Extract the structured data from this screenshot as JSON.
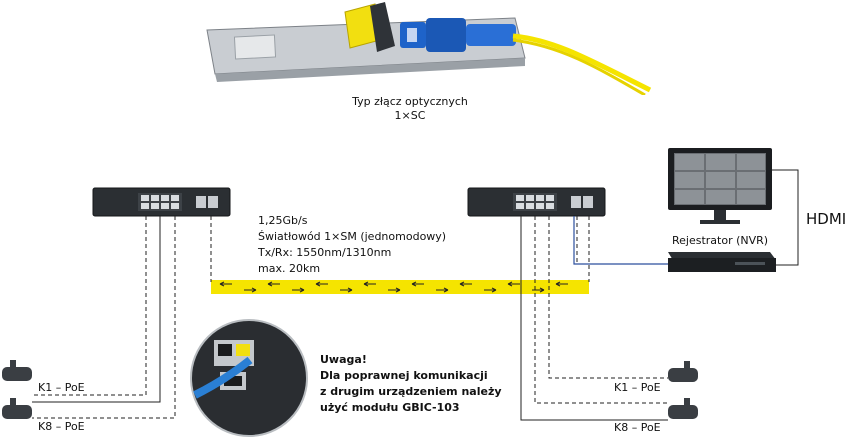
{
  "top_caption": {
    "line1": "Typ złącz optycznych",
    "line2": "1×SC"
  },
  "link_specs": [
    "1,25Gb/s",
    "Światłowód 1×SM (jednomodowy)",
    "Tx/Rx: 1550nm/1310nm",
    "max. 20km"
  ],
  "warning": {
    "title": "Uwaga!",
    "line1": "Dla poprawnej komunikacji",
    "line2": "z drugim urządzeniem należy",
    "line3": "użyć modułu GBIC-103"
  },
  "nvr_label": "Rejestrator (NVR)",
  "hdmi_label": "HDMI",
  "cameras": {
    "left_top": "K1 – PoE",
    "left_bottom": "K8 – PoE",
    "right_top": "K1 – PoE",
    "right_bottom": "K8 – PoE"
  },
  "colors": {
    "fiber": "#f5e400",
    "sfp_latch": "#f2df10",
    "sc_connector": "#1e63c9",
    "nvr_link": "#2c4f9e"
  }
}
